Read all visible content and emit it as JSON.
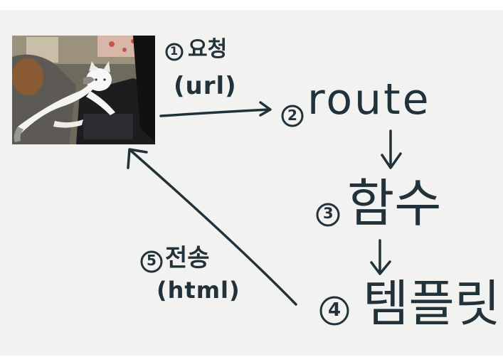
{
  "steps": {
    "step1": {
      "number": "1",
      "label": "요청",
      "sub": "(url)"
    },
    "step2": {
      "number": "2",
      "label": "route"
    },
    "step3": {
      "number": "3",
      "label": "함수"
    },
    "step4": {
      "number": "4",
      "label": "템플릿"
    },
    "step5": {
      "number": "5",
      "label": "전송",
      "sub": "(html)"
    }
  },
  "colors": {
    "ink": "#22323a",
    "paper": "#f2f2f1"
  },
  "photo": {
    "subject": "cat-on-laptop-photo"
  }
}
